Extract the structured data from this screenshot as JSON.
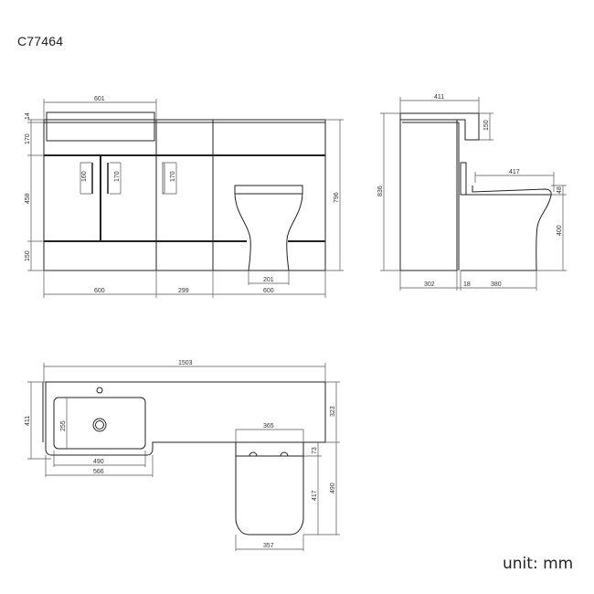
{
  "product_code": "C77464",
  "unit_label": "unit: mm",
  "front_view": {
    "basin_width": "601",
    "top_thickness": "14",
    "basin_height": "170",
    "door_height": "458",
    "plinth_height": "150",
    "handle_left": "160",
    "handle_mid": "170",
    "handle_right": "170",
    "total_height": "796",
    "pan_base_width": "201",
    "bottom_widths": [
      "600",
      "299",
      "600"
    ]
  },
  "side_view": {
    "depth": "411",
    "basin_height": "150",
    "total_height": "836",
    "seat_length": "417",
    "seat_thickness": "48",
    "pan_height": "400",
    "bottom_widths": [
      "302",
      "18",
      "380"
    ]
  },
  "plan_view": {
    "total_width": "1503",
    "depth": "411",
    "bowl_depth": "255",
    "bowl_width": "490",
    "basin_width": "566",
    "unit_depth": "323",
    "pan_width_top": "365",
    "pan_offset": "73",
    "pan_length": "417",
    "total_projection": "490",
    "pan_width_bottom": "357"
  }
}
